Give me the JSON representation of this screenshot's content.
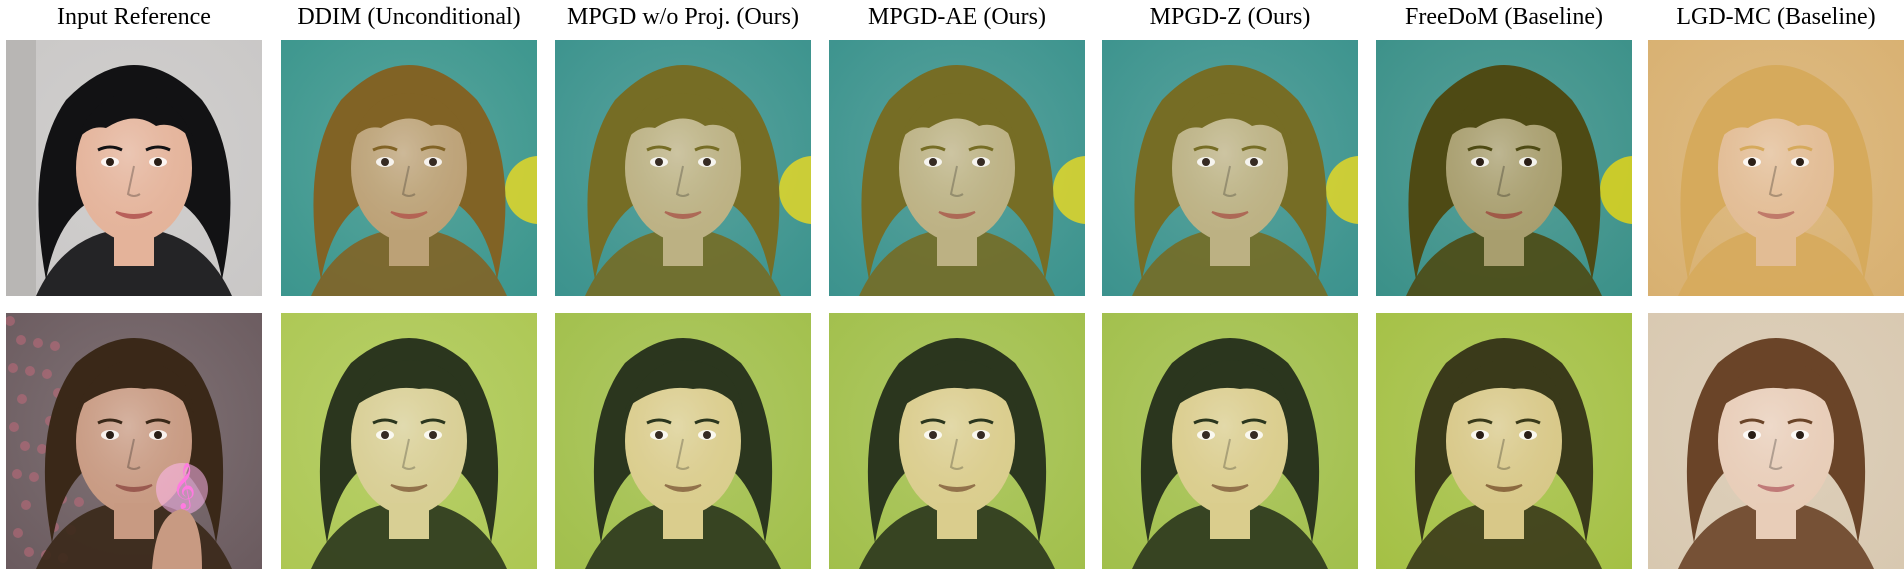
{
  "columns": [
    {
      "label": "Input Reference",
      "group": "input"
    },
    {
      "label": "DDIM (Unconditional)",
      "group": "ddim"
    },
    {
      "label": "MPGD w/o Proj. (Ours)",
      "group": "mpgd"
    },
    {
      "label": "MPGD-AE (Ours)",
      "group": "mpgd"
    },
    {
      "label": "MPGD-Z (Ours)",
      "group": "mpgd"
    },
    {
      "label": "FreeDoM (Baseline)",
      "group": "freedom"
    },
    {
      "label": "LGD-MC (Baseline)",
      "group": "lgd"
    }
  ],
  "rows": [
    {
      "subject": "woman-dark-hair",
      "tiles": [
        {
          "bg": "#c9c7c6",
          "hair": "#121214",
          "skin": "#e4b39a",
          "lip": "#b8605a"
        },
        {
          "bg": "#2f8f86",
          "hair": "#7a5a18",
          "skin": "#b89c6e",
          "lip": "#b05a4a"
        },
        {
          "bg": "#2f8c86",
          "hair": "#6e6418",
          "skin": "#b8ad7c",
          "lip": "#a8604c"
        },
        {
          "bg": "#2f8c86",
          "hair": "#6e6418",
          "skin": "#b8ad7c",
          "lip": "#a8604c"
        },
        {
          "bg": "#2f8c86",
          "hair": "#6e6418",
          "skin": "#b8ad7c",
          "lip": "#a8604c"
        },
        {
          "bg": "#3a9088",
          "hair": "#4e4a14",
          "skin": "#a89e6e",
          "lip": "#a05a48"
        },
        {
          "bg": "#d8b070",
          "hair": "#d6aa5c",
          "skin": "#e2bc94",
          "lip": "#c07a6a"
        }
      ]
    },
    {
      "subject": "man-long-hair",
      "tiles": [
        {
          "bg": "#6a5a5e",
          "hair": "#3a2818",
          "skin": "#c89a82",
          "lip": "#9a5a50"
        },
        {
          "bg": "#a8c448",
          "hair": "#1e2a10",
          "skin": "#d6cc8e",
          "lip": "#8c6a40"
        },
        {
          "bg": "#9cbc40",
          "hair": "#1e2a10",
          "skin": "#d8ca86",
          "lip": "#8c6a40"
        },
        {
          "bg": "#9cbc40",
          "hair": "#1e2a10",
          "skin": "#d8ca86",
          "lip": "#8c6a40"
        },
        {
          "bg": "#9cbc40",
          "hair": "#1e2a10",
          "skin": "#d8ca86",
          "lip": "#8c6a40"
        },
        {
          "bg": "#a4c044",
          "hair": "#3a3a1a",
          "skin": "#d8c888",
          "lip": "#8c6a40"
        },
        {
          "bg": "#d8c8b0",
          "hair": "#6a4428",
          "skin": "#e8cdb8",
          "lip": "#c07a78"
        }
      ]
    }
  ]
}
